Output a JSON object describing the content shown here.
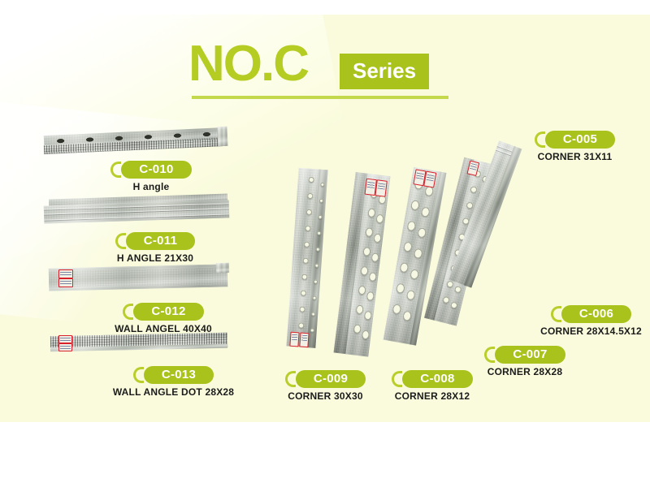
{
  "header": {
    "title": "NO.C",
    "badge": "Series"
  },
  "colors": {
    "background": "#FAFBDC",
    "accent_green": "#A9C21C",
    "title_green": "#B5CC22",
    "rule_green": "#C3D84A",
    "sticker_red": "#D8202A",
    "text": "#1B1B1B"
  },
  "products": [
    {
      "code": "C-010",
      "desc": "H angle"
    },
    {
      "code": "C-011",
      "desc": "H ANGLE 21X30"
    },
    {
      "code": "C-012",
      "desc": "WALL ANGEL 40X40"
    },
    {
      "code": "C-013",
      "desc": "WALL ANGLE DOT 28X28"
    },
    {
      "code": "C-009",
      "desc": "CORNER 30X30"
    },
    {
      "code": "C-008",
      "desc": "CORNER 28X12"
    },
    {
      "code": "C-007",
      "desc": "CORNER 28X28"
    },
    {
      "code": "C-006",
      "desc": "CORNER 28X14.5X12"
    },
    {
      "code": "C-005",
      "desc": "CORNER 31X11"
    }
  ]
}
